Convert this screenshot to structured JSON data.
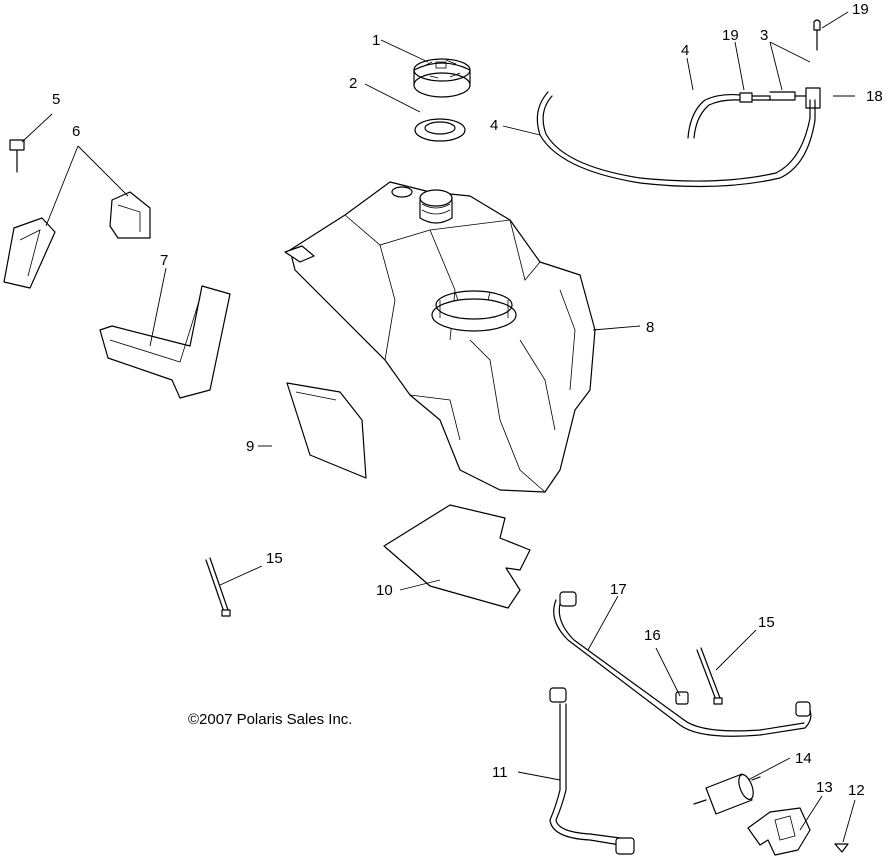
{
  "copyright": "©2007 Polaris Sales Inc.",
  "callouts": {
    "c1": "1",
    "c2": "2",
    "c3": "3",
    "c4a": "4",
    "c4b": "4",
    "c5": "5",
    "c6": "6",
    "c7": "7",
    "c8": "8",
    "c9": "9",
    "c10": "10",
    "c11": "11",
    "c12": "12",
    "c13": "13",
    "c14": "14",
    "c15a": "15",
    "c15b": "15",
    "c16": "16",
    "c17": "17",
    "c18": "18",
    "c19a": "19",
    "c19b": "19"
  }
}
